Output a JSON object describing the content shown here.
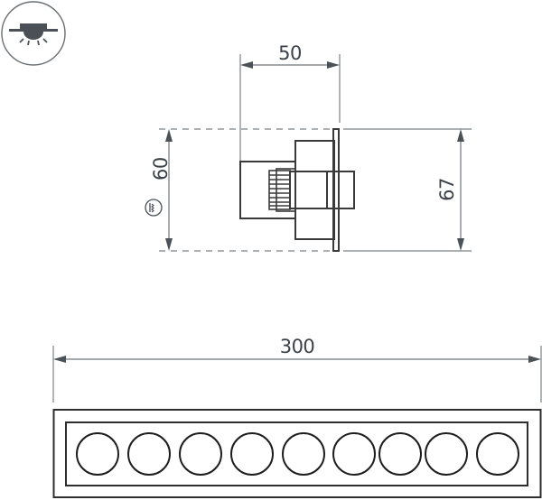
{
  "drawing": {
    "type": "technical-dimension-drawing",
    "mount_icon": {
      "name": "recessed-ceiling-mount-icon",
      "stroke_color": "#5a5f63",
      "fill_color": "#4a5055"
    },
    "side_view": {
      "width_dimension": {
        "value": "50",
        "unit": "mm"
      },
      "height_dimension": {
        "value": "67",
        "unit": "mm"
      },
      "cutout_dimension": {
        "symbol": "cutout-symbol",
        "value": "60",
        "unit": "mm"
      }
    },
    "bottom_view": {
      "length_dimension": {
        "value": "300",
        "unit": "mm"
      },
      "led_count": 9
    },
    "colors": {
      "outline": "#3a3a3a",
      "dimension_line": "#6e757b",
      "dimension_text": "#3c4249",
      "background": "#ffffff"
    }
  }
}
